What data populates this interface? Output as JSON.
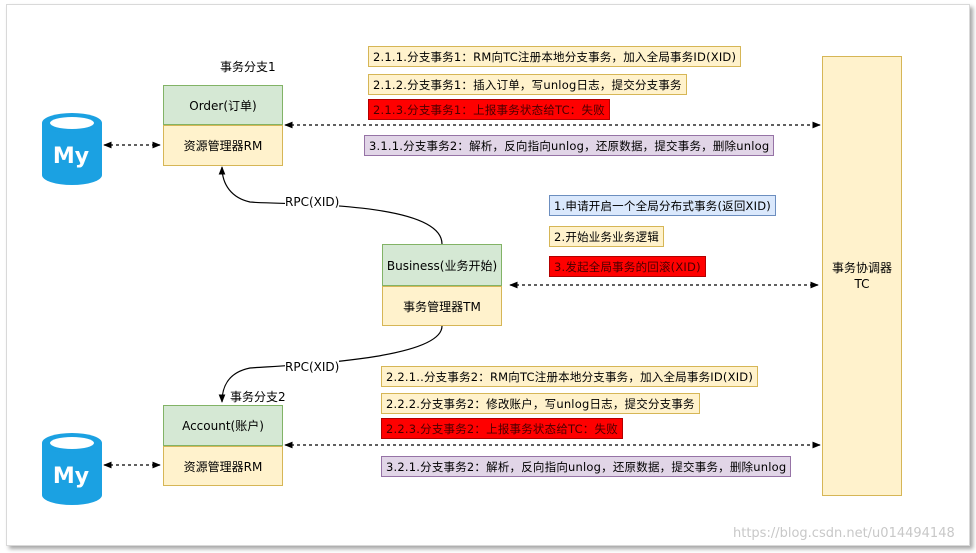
{
  "branch1": {
    "label": "事务分支1",
    "service_title": "Order(订单)",
    "rm_label": "资源管理器RM",
    "db_logo": "My"
  },
  "branch2": {
    "label": "事务分支2",
    "service_title": "Account(账户)",
    "rm_label": "资源管理器RM",
    "db_logo": "My"
  },
  "business": {
    "title": "Business(业务开始)",
    "tm_label": "事务管理器TM"
  },
  "tc": {
    "line1": "事务协调器",
    "line2": "TC"
  },
  "rpc": {
    "upper": "RPC(XID)",
    "lower": "RPC(XID)"
  },
  "notes_order": [
    {
      "text": "2.1.1.分支事务1：RM向TC注册本地分支事务，加入全局事务ID(XID)",
      "color": "yellow"
    },
    {
      "text": "2.1.2.分支事务1：插入订单，写unlog日志，提交分支事务",
      "color": "yellow"
    },
    {
      "text": "2.1.3.分支事务1：上报事务状态给TC：失败",
      "color": "red"
    },
    {
      "text": "3.1.1.分支事务2：解析，反向指向unlog，还原数据，提交事务，删除unlog",
      "color": "purple"
    }
  ],
  "notes_business": [
    {
      "text": "1.申请开启一个全局分布式事务(返回XID)",
      "color": "blue"
    },
    {
      "text": "2.开始业务业务逻辑",
      "color": "yellow"
    },
    {
      "text": "3.发起全局事务的回滚(XID)",
      "color": "red"
    }
  ],
  "notes_account": [
    {
      "text": "2.2.1..分支事务2：RM向TC注册本地分支事务，加入全局事务ID(XID)",
      "color": "yellow"
    },
    {
      "text": "2.2.2.分支事务2：修改账户，写unlog日志，提交分支事务",
      "color": "yellow"
    },
    {
      "text": "2.2.3.分支事务2：上报事务状态给TC：失败",
      "color": "red"
    },
    {
      "text": "3.2.1.分支事务2：解析，反向指向unlog，还原数据，提交事务，删除unlog",
      "color": "purple"
    }
  ],
  "watermark": "https://blog.csdn.net/u014494148"
}
